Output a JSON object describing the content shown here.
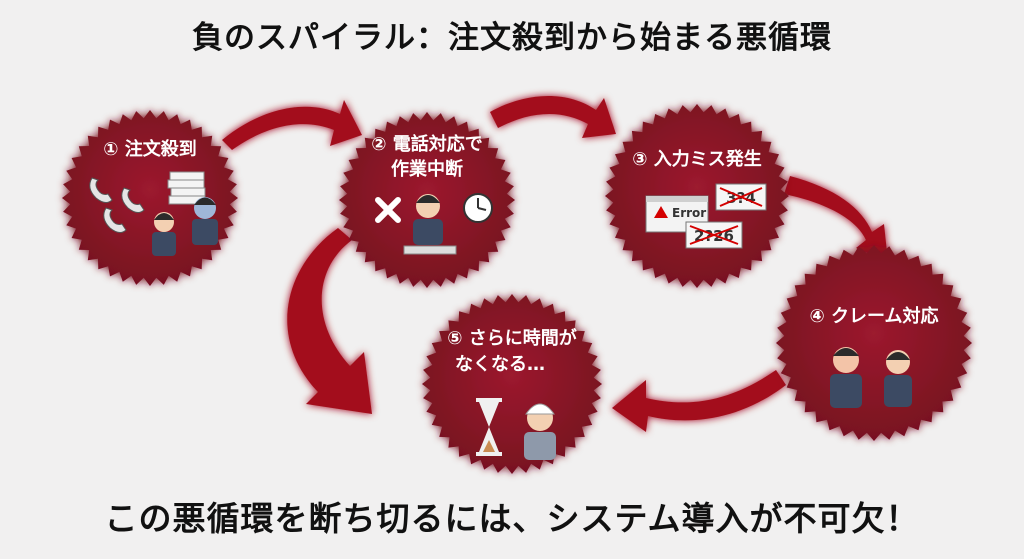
{
  "title": "負のスパイラル：注文殺到から始まる悪循環",
  "steps": [
    {
      "label": "① 注文殺到"
    },
    {
      "label_line1": "② 電話対応で",
      "label_line2": "作業中断"
    },
    {
      "label": "③ 入力ミス発生",
      "error_text": "Error",
      "wrong_number_1": "3?4",
      "wrong_number_2": "2?26"
    },
    {
      "label": "④ クレーム対応"
    },
    {
      "label_line1": "⑤ さらに時間が",
      "label_line2": "なくなる…"
    }
  ],
  "conclusion": "この悪循環を断ち切るには、システム導入が不可欠！",
  "colors": {
    "badge": "#8c1126",
    "arrow": "#a3101c",
    "glow": "#ff2a2a"
  },
  "icons": [
    "phone-icon",
    "document-stack-icon",
    "worried-worker-icon",
    "cross-icon",
    "operator-icon",
    "clock-icon",
    "error-window-icon",
    "angry-customer-icon",
    "apologizing-staff-icon",
    "hourglass-icon",
    "construction-worker-icon"
  ]
}
